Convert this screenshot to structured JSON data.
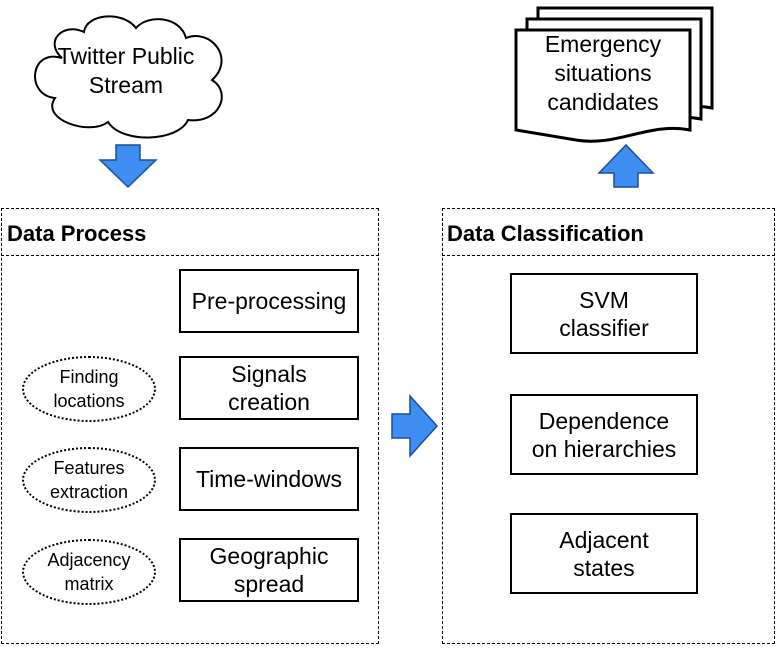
{
  "source": {
    "label": "Twitter Public\nStream"
  },
  "output": {
    "label": "Emergency\nsituations\ncandidates"
  },
  "data_process": {
    "title": "Data Process",
    "steps": [
      "Pre-processing",
      "Signals\ncreation",
      "Time-windows",
      "Geographic\nspread"
    ],
    "side_tasks": [
      "Finding\nlocations",
      "Features\nextraction",
      "Adjacency\nmatrix"
    ]
  },
  "data_classification": {
    "title": "Data Classification",
    "steps": [
      "SVM\nclassifier",
      "Dependence\non hierarchies",
      "Adjacent\nstates"
    ]
  },
  "colors": {
    "arrow_fill": "#3d8ef0",
    "arrow_stroke": "#1c4f9c"
  }
}
